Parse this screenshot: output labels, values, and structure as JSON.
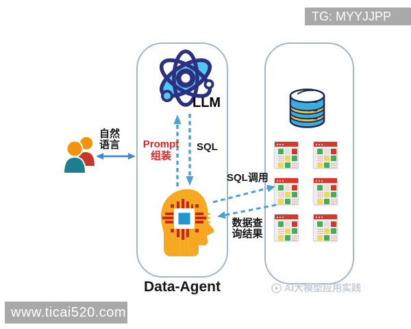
{
  "overlay": {
    "tg_badge": "TG: MYYJJPP",
    "site_badge": "www.ticai520.com",
    "watermark": "AI大模型应用实践"
  },
  "user": {
    "label": [
      "自然",
      "语言"
    ]
  },
  "agent_panel": {
    "llm_label": "LLM",
    "prompt_label": [
      "Prompt",
      "组装"
    ],
    "sql_label": "SQL",
    "title": "Data-Agent"
  },
  "flow": {
    "sql_call_label": "SQL调用",
    "query_result_label": [
      "数据查",
      "询结果"
    ]
  },
  "data_panel": {
    "table_icon_count": 6,
    "table_icon_pattern": [
      [
        "green",
        "blank",
        "red"
      ],
      [
        "dots",
        "yellow",
        "green"
      ],
      [
        "yellow",
        "green",
        "dots"
      ]
    ]
  },
  "icons": [
    "users-icon",
    "atom-icon",
    "brain-chip-icon",
    "database-icon",
    "table-icon",
    "watermark-logo-icon"
  ],
  "colors": {
    "badge_gray": "#a9a9a9",
    "panel_border": "#9fb6ce",
    "dashed_arrow_blue": "#4ba0d8",
    "solid_arrow_blue": "#3e88cb",
    "prompt_red": "#e02424",
    "atom_navy": "#2b3080",
    "atom_cyan": "#54c7ee",
    "head_orange": "#f7a823",
    "chip_red": "#cc2218",
    "chip_blue": "#2196d3",
    "db_blue": "#3bade0",
    "db_yellow": "#eac44d",
    "table_header_red": "#d7382e",
    "person_teal": "#1d7e8f",
    "person_red": "#c8352b",
    "person_head_orange": "#f5920b"
  }
}
